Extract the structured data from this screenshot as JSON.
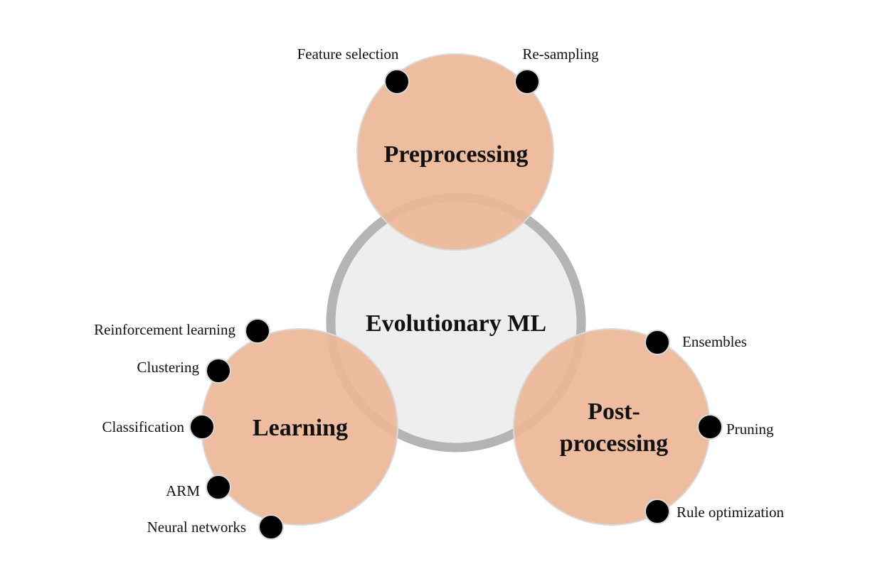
{
  "colors": {
    "petal_fill": "#edb797",
    "petal_stroke": "#d9d9d9",
    "center_fill": "#eeeeee",
    "center_ring": "#b4b4b4",
    "dot": "#000000",
    "text": "#111111"
  },
  "center": {
    "label": "Evolutionary ML"
  },
  "preprocessing": {
    "label": "Preprocessing",
    "items": [
      "Feature selection",
      "Re-sampling"
    ]
  },
  "learning": {
    "label": "Learning",
    "items": [
      "Reinforcement learning",
      "Clustering",
      "Classification",
      "ARM",
      "Neural networks"
    ]
  },
  "postprocessing": {
    "label_line1": "Post-",
    "label_line2": "processing",
    "items": [
      "Ensembles",
      "Pruning",
      "Rule optimization"
    ]
  }
}
